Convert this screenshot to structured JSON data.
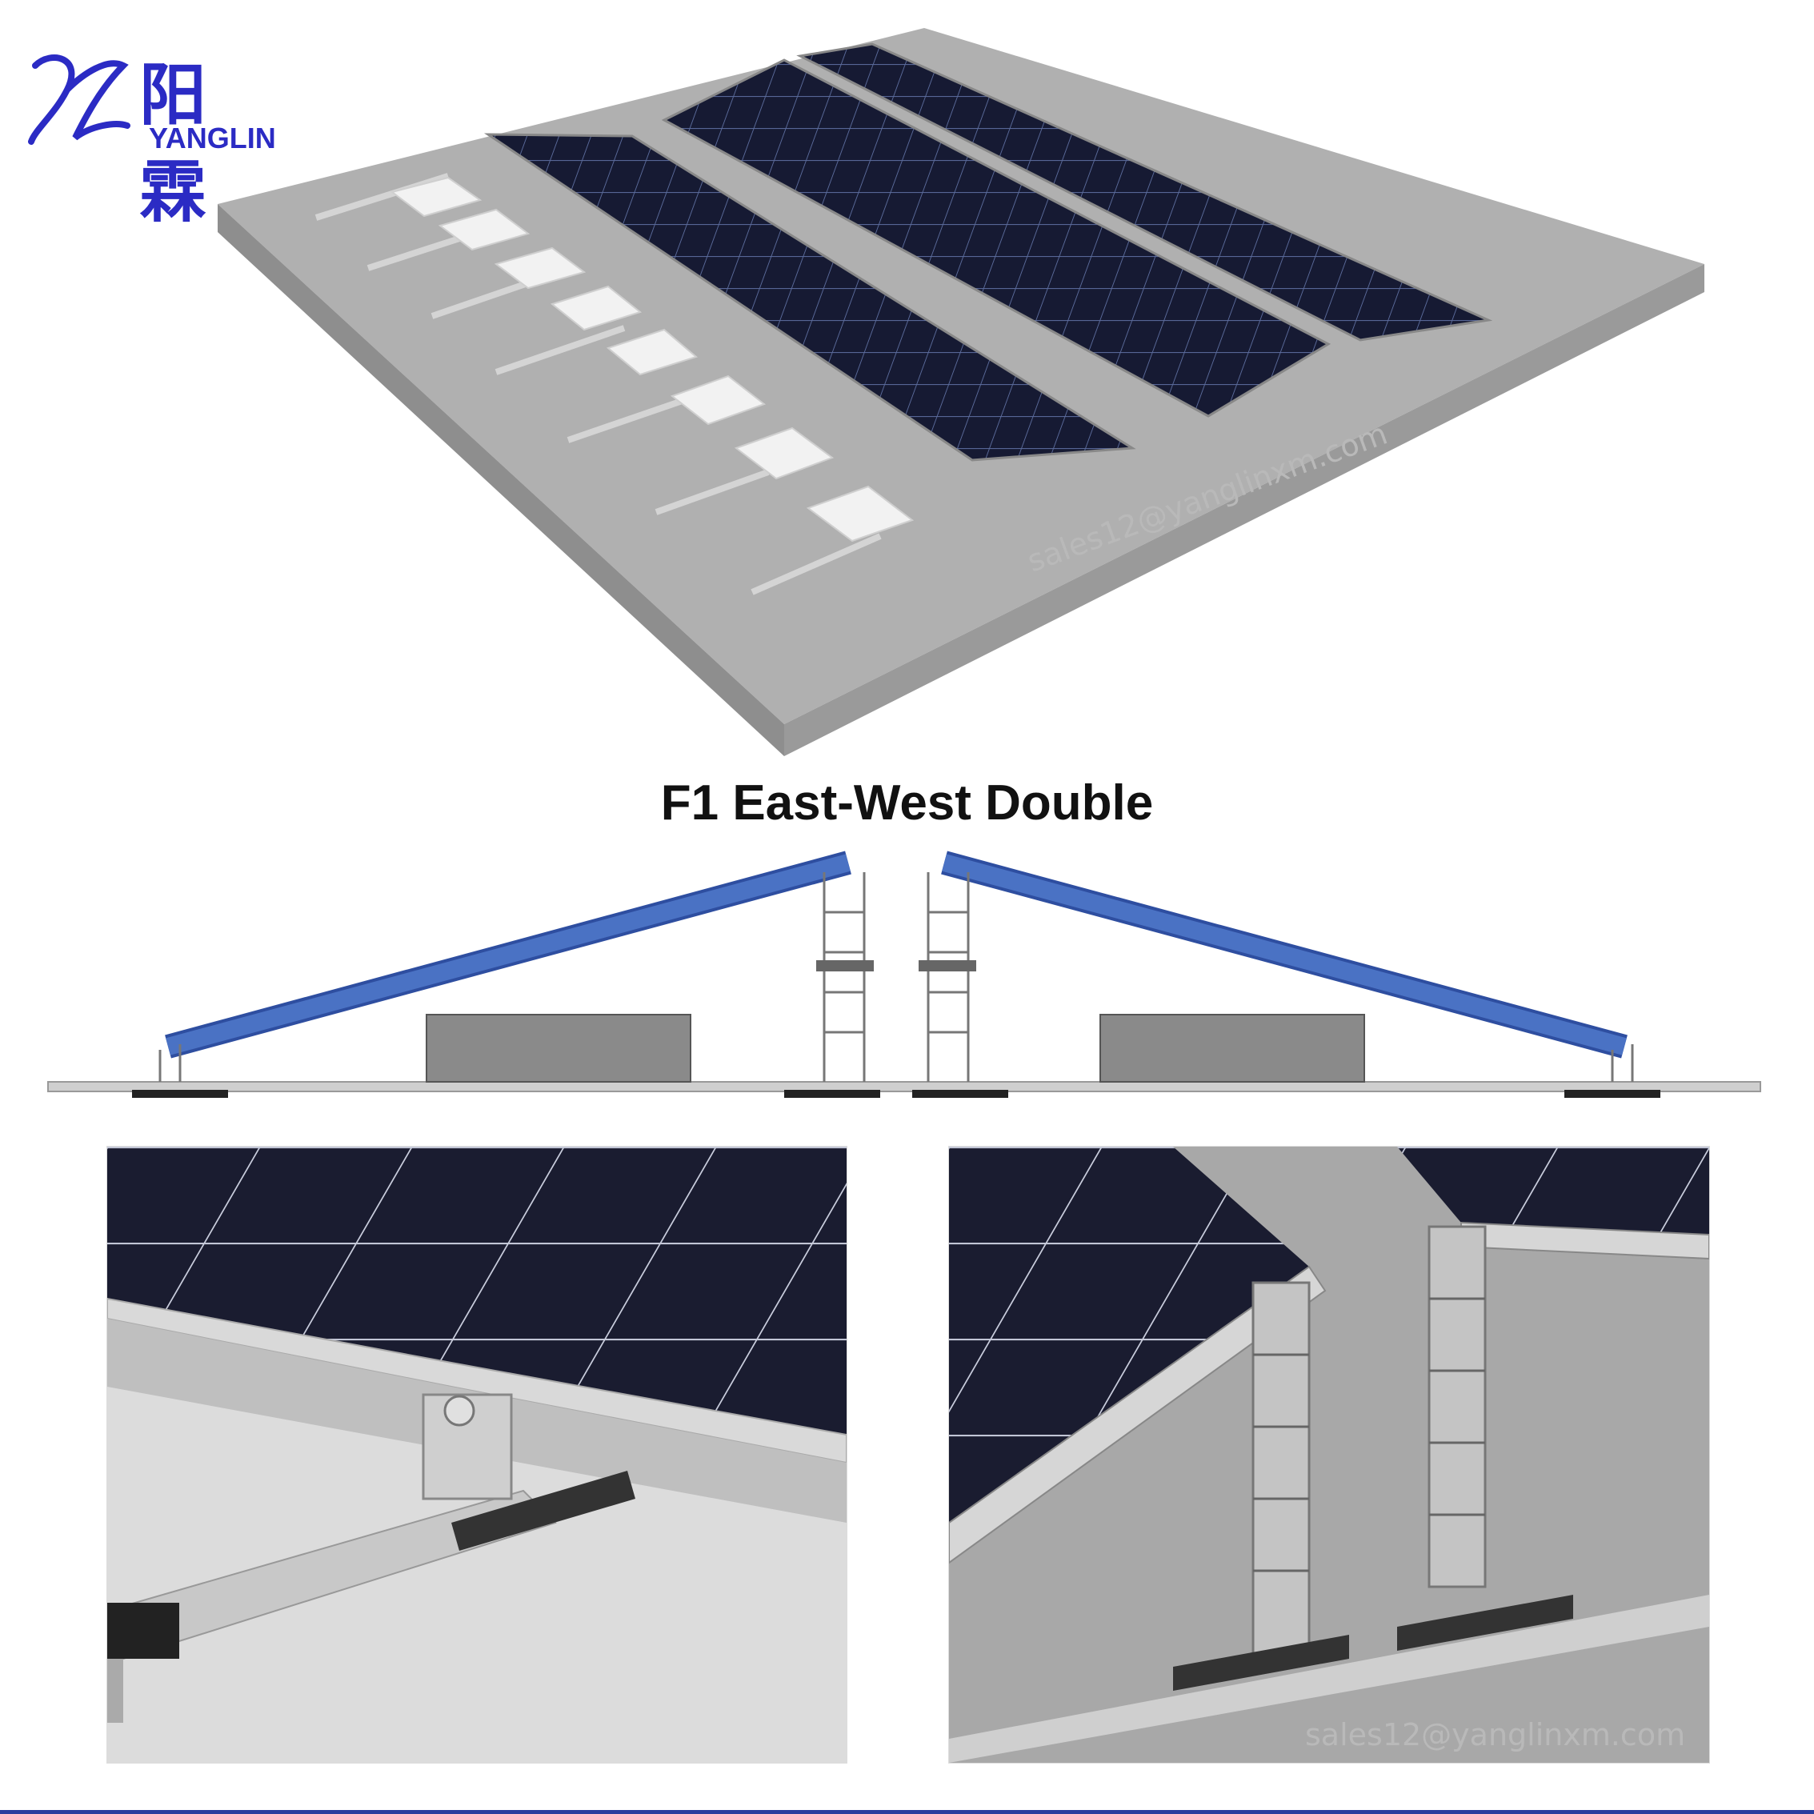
{
  "brand": {
    "name_cn": "阳霖",
    "name_en": "YANGLIN",
    "monogram": "YL",
    "color": "#2b2bc4"
  },
  "title": "F1 East-West Double",
  "watermarks": {
    "hero": "sales12@yanglinxm.com",
    "detail": "sales12@yanglinxm.com"
  },
  "colors": {
    "panel": "#161a33",
    "grid": "#5a6a9a",
    "roof": "#a9a9a9",
    "ballast": "#f2f2f2",
    "rail": "#c9c9c9",
    "section_panel": "#4a72c4",
    "ballast_block": "#8a8a8a"
  }
}
